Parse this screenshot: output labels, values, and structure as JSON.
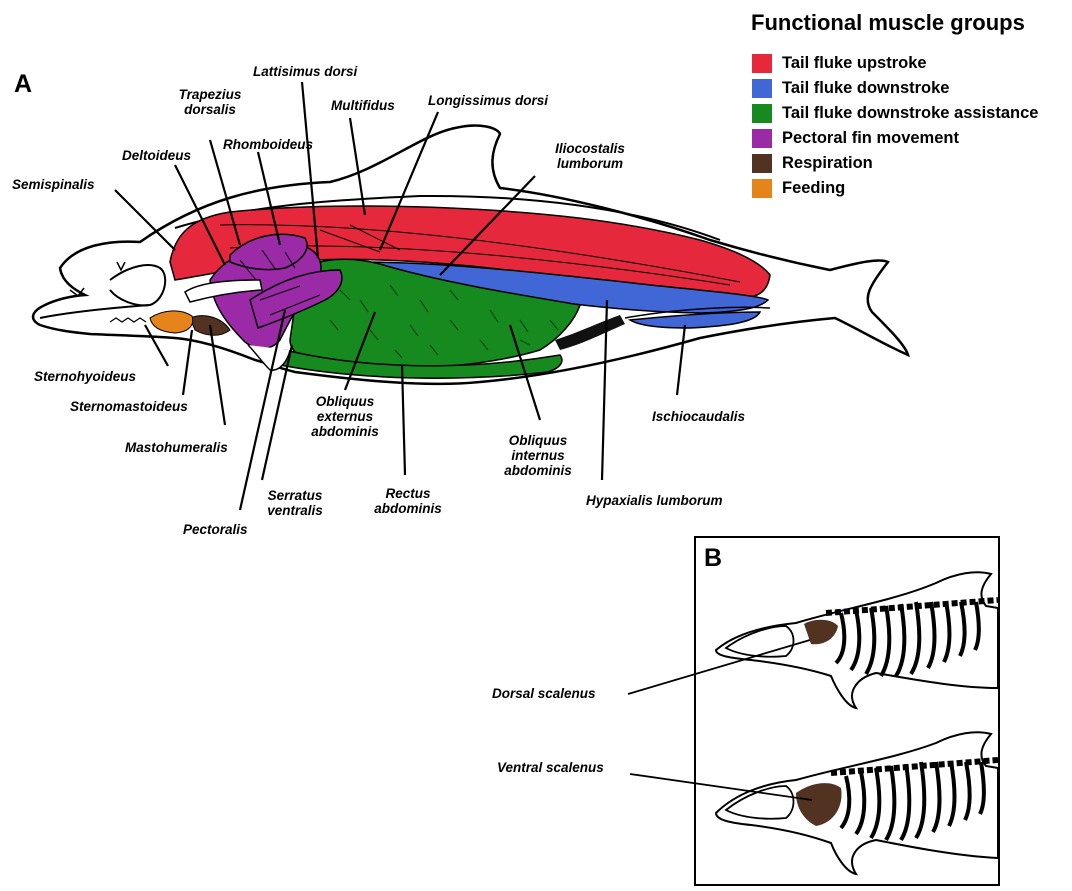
{
  "panel_a_letter": "A",
  "panel_b_letter": "B",
  "legend": {
    "title": "Functional muscle groups",
    "items": [
      {
        "label": "Tail fluke upstroke",
        "color": "#e5283c"
      },
      {
        "label": "Tail fluke downstroke",
        "color": "#4166d5"
      },
      {
        "label": "Tail fluke downstroke assistance",
        "color": "#16891f"
      },
      {
        "label": "Pectoral fin movement",
        "color": "#9b2aa6"
      },
      {
        "label": "Respiration",
        "color": "#523220"
      },
      {
        "label": "Feeding",
        "color": "#e6841c"
      }
    ]
  },
  "labels": {
    "lattisimus": "Lattisimus dorsi",
    "trapezius_1": "Trapezius",
    "trapezius_2": "dorsalis",
    "multifidus": "Multifidus",
    "longissimus": "Longissimus dorsi",
    "rhomboideus": "Rhomboideus",
    "deltoideus": "Deltoideus",
    "iliocostalis_1": "Iliocostalis",
    "iliocostalis_2": "lumborum",
    "semispinalis": "Semispinalis",
    "sternohyoideus": "Sternohyoideus",
    "sternomastoideus": "Sternomastoideus",
    "mastohumeralis": "Mastohumeralis",
    "obliquus_ext_1": "Obliquus",
    "obliquus_ext_2": "externus",
    "obliquus_ext_3": "abdominis",
    "obliquus_int_1": "Obliquus",
    "obliquus_int_2": "internus",
    "obliquus_int_3": "abdominis",
    "ischiocaudalis": "Ischiocaudalis",
    "serratus_1": "Serratus",
    "serratus_2": "ventralis",
    "rectus_1": "Rectus",
    "rectus_2": "abdominis",
    "hypaxialis": "Hypaxialis lumborum",
    "pectoralis": "Pectoralis",
    "dorsal_scalenus": "Dorsal scalenus",
    "ventral_scalenus": "Ventral scalenus"
  }
}
